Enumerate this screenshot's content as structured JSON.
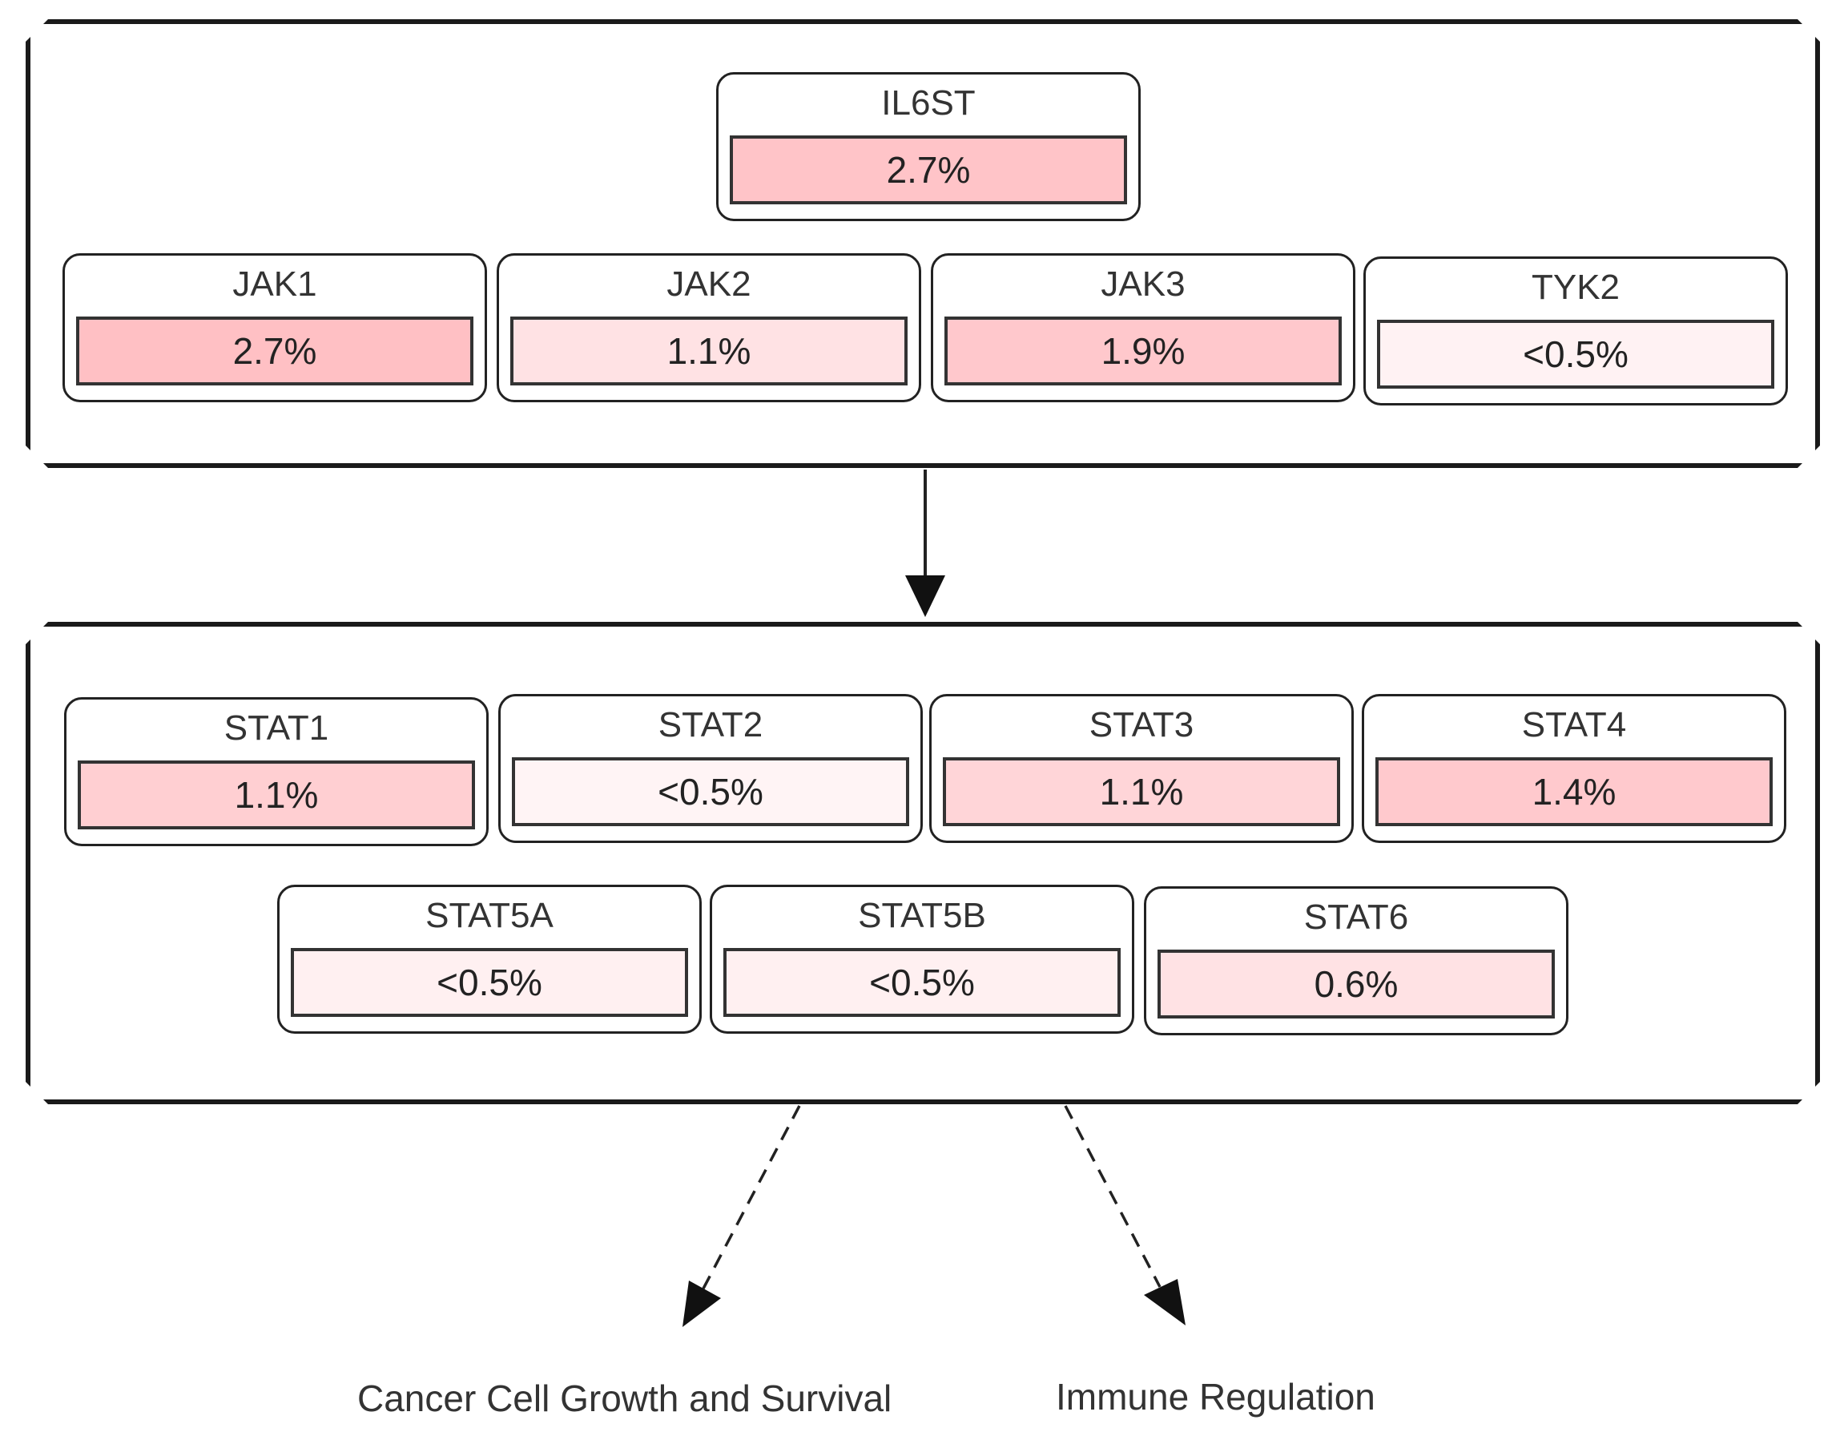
{
  "upstream": {
    "receptor": {
      "name": "IL6ST",
      "value": "2.7%",
      "color": "#ffc4c8"
    },
    "kinases": [
      {
        "name": "JAK1",
        "value": "2.7%",
        "color": "#ffc0c4"
      },
      {
        "name": "JAK2",
        "value": "1.1%",
        "color": "#ffe2e4"
      },
      {
        "name": "JAK3",
        "value": "1.9%",
        "color": "#ffc8cc"
      },
      {
        "name": "TYK2",
        "value": "<0.5%",
        "color": "#fff2f3"
      }
    ]
  },
  "downstream": {
    "row1": [
      {
        "name": "STAT1",
        "value": "1.1%",
        "color": "#ffcfd2"
      },
      {
        "name": "STAT2",
        "value": "<0.5%",
        "color": "#fff4f5"
      },
      {
        "name": "STAT3",
        "value": "1.1%",
        "color": "#ffd5d8"
      },
      {
        "name": "STAT4",
        "value": "1.4%",
        "color": "#ffc9cd"
      }
    ],
    "row2": [
      {
        "name": "STAT5A",
        "value": "<0.5%",
        "color": "#fff0f1"
      },
      {
        "name": "STAT5B",
        "value": "<0.5%",
        "color": "#fff0f1"
      },
      {
        "name": "STAT6",
        "value": "0.6%",
        "color": "#ffe2e4"
      }
    ]
  },
  "outcomes": [
    "Cancer Cell Growth and Survival",
    "Immune Regulation"
  ]
}
